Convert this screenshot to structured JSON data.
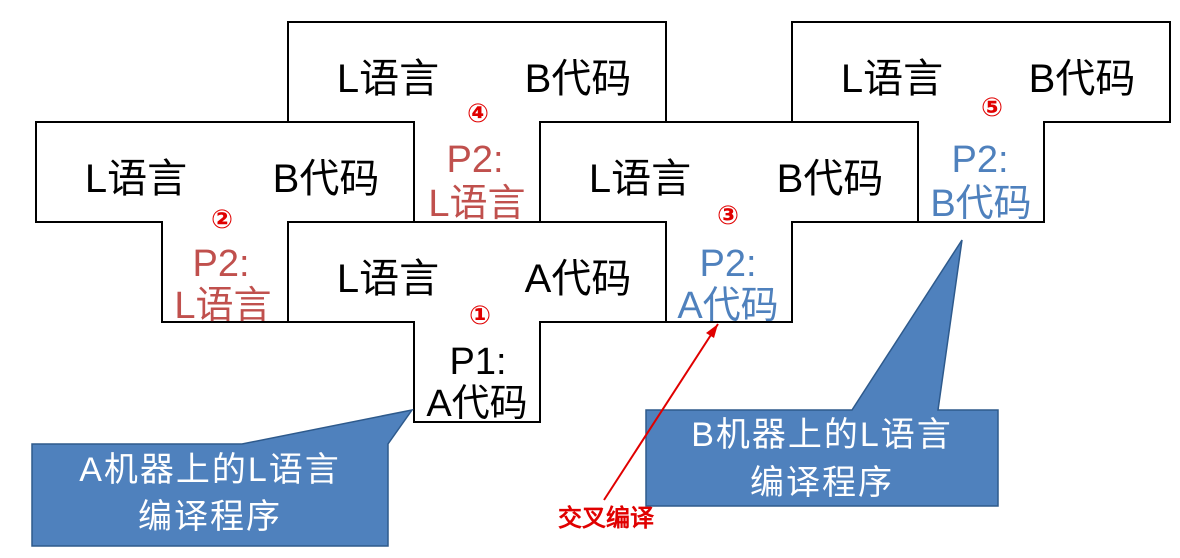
{
  "colors": {
    "red": "#c0504d",
    "blue": "#4f81bd",
    "black": "#000000",
    "callout_fill": "#4f81bd",
    "callout_border": "#2e5a8c",
    "number_red": "#e00000",
    "arrow_red": "#e00000"
  },
  "tdiagrams": [
    {
      "id": "t1",
      "number": "①",
      "left": "L语言",
      "right": "A代码",
      "bottom": [
        "P1:",
        "A代码"
      ]
    },
    {
      "id": "t2",
      "number": "②",
      "left": "L语言",
      "right": "B代码",
      "bottom": [
        "P2:",
        "L语言"
      ]
    },
    {
      "id": "t3",
      "number": "③",
      "left": "L语言",
      "right": "B代码",
      "bottom": [
        "P2:",
        "A代码"
      ]
    },
    {
      "id": "t4",
      "number": "④",
      "left": "L语言",
      "right": "B代码",
      "bottom": [
        "P2:",
        "L语言"
      ]
    },
    {
      "id": "t5",
      "number": "⑤",
      "left": "L语言",
      "right": "B代码",
      "bottom": [
        "P2:",
        "B代码"
      ]
    }
  ],
  "callouts": {
    "a_compiler": [
      "A机器上的L语言",
      "编译程序"
    ],
    "b_compiler": [
      "B机器上的L语言",
      "编译程序"
    ]
  },
  "cross_compile_label": "交叉编译"
}
